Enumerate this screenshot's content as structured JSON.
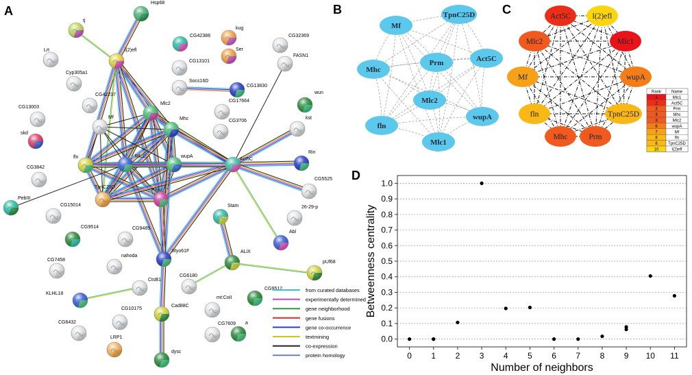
{
  "panel_labels": {
    "a": "A",
    "b": "B",
    "c": "C",
    "d": "D"
  },
  "panel_a": {
    "nodes": [
      "Hsp68",
      "tj",
      "l(2)efl",
      "CG42388",
      "kug",
      "CG32369",
      "Lrt",
      "CG13101",
      "Ser",
      "FASN1",
      "Cyp305a1",
      "Socs16D",
      "CG13830",
      "CG42237",
      "Mlc2",
      "CG17664",
      "wun",
      "CG13003",
      "Mf",
      "Mhc",
      "CG3706",
      "kst",
      "skd",
      "fln",
      "Mlc1",
      "wupA",
      "Act5C",
      "Rin",
      "CG3842",
      "TpnC25D",
      "Prm",
      "CG5525",
      "PebIII",
      "CG15014",
      "Stam",
      "26-29-p",
      "CG9514",
      "CG9485",
      "Abl",
      "Myo61F",
      "ALiX",
      "CG7458",
      "nahoda",
      "pUf68",
      "CtsB1",
      "CG6180",
      "CG9512",
      "KLHL18",
      "Cad88C",
      "mt:CoII",
      "CG10175",
      "CG6432",
      "a",
      "CG7609",
      "LRP1",
      "dysc"
    ],
    "legend": [
      {
        "label": "from curated databases",
        "color": "#35c3d6"
      },
      {
        "label": "experimentally determined",
        "color": "#c842c0"
      },
      {
        "label": "gene neighborhood",
        "color": "#2e9c3a"
      },
      {
        "label": "gene fusions",
        "color": "#e02b20"
      },
      {
        "label": "gene co-occurrence",
        "color": "#2b3fc7"
      },
      {
        "label": "textmining",
        "color": "#c7c72a"
      },
      {
        "label": "co-expression",
        "color": "#222222"
      },
      {
        "label": "protein homology",
        "color": "#6b7fd0"
      }
    ]
  },
  "panel_b": {
    "nodes": [
      "Mf",
      "TpnC25D",
      "Act5C",
      "Prm",
      "Mhc",
      "Mlc2",
      "wupA",
      "fln",
      "Mlc1"
    ],
    "node_color": "#5bc8ec"
  },
  "panel_c": {
    "nodes": [
      "Act5C",
      "l(2)efl",
      "Mlc2",
      "Mlc1",
      "Mf",
      "wupA",
      "fln",
      "TpnC25D",
      "Mhc",
      "Prm"
    ],
    "table": {
      "headers": [
        "Rank",
        "Name"
      ],
      "rows": [
        {
          "rank": "1",
          "name": "Mlc1",
          "color": "#e8141c"
        },
        {
          "rank": "2",
          "name": "Act5C",
          "color": "#ea2e18"
        },
        {
          "rank": "3",
          "name": "Prm",
          "color": "#f05a1e"
        },
        {
          "rank": "3",
          "name": "Mhc",
          "color": "#f05a1e"
        },
        {
          "rank": "3",
          "name": "Mlc2",
          "color": "#f05a1e"
        },
        {
          "rank": "6",
          "name": "wupA",
          "color": "#f47d18"
        },
        {
          "rank": "7",
          "name": "Mf",
          "color": "#f7a01a"
        },
        {
          "rank": "8",
          "name": "fln",
          "color": "#f9b815"
        },
        {
          "rank": "8",
          "name": "TpnC25D",
          "color": "#f9b815"
        },
        {
          "rank": "10",
          "name": "l(2)efl",
          "color": "#fbd50e"
        }
      ]
    }
  },
  "chart_data": {
    "type": "scatter",
    "xlabel": "Number of neighbors",
    "ylabel": "Betweenness centrality",
    "xlim": [
      -0.5,
      11.5
    ],
    "ylim": [
      -0.05,
      1.05
    ],
    "x_ticks": [
      "0",
      "1",
      "2",
      "3",
      "4",
      "5",
      "6",
      "7",
      "8",
      "9",
      "10",
      "11"
    ],
    "y_ticks": [
      "0.0",
      "0.1",
      "0.2",
      "0.3",
      "0.4",
      "0.5",
      "0.6",
      "0.7",
      "0.8",
      "0.9",
      "1.0"
    ],
    "grid": "horizontal dashed",
    "points": [
      {
        "x": 0,
        "y": 0.0
      },
      {
        "x": 1,
        "y": 0.0
      },
      {
        "x": 1,
        "y": 0.0
      },
      {
        "x": 2,
        "y": 0.107
      },
      {
        "x": 3,
        "y": 1.0
      },
      {
        "x": 4,
        "y": 0.197
      },
      {
        "x": 5,
        "y": 0.203
      },
      {
        "x": 6,
        "y": 0.0
      },
      {
        "x": 7,
        "y": 0.0
      },
      {
        "x": 8,
        "y": 0.018
      },
      {
        "x": 9,
        "y": 0.062
      },
      {
        "x": 9,
        "y": 0.078
      },
      {
        "x": 10,
        "y": 0.405
      },
      {
        "x": 11,
        "y": 0.278
      }
    ]
  }
}
